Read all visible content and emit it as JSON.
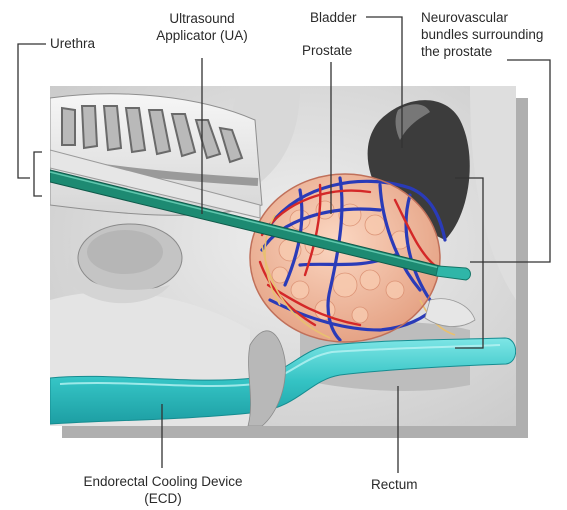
{
  "labels": {
    "urethra": "Urethra",
    "ua_line1": "Ultrasound",
    "ua_line2": "Applicator (UA)",
    "bladder": "Bladder",
    "prostate": "Prostate",
    "nvb_line1": "Neurovascular",
    "nvb_line2": "bundles surrounding",
    "nvb_line3": "the prostate",
    "ecd_line1": "Endorectal Cooling Device",
    "ecd_line2": "(ECD)",
    "rectum": "Rectum"
  },
  "colors": {
    "applicator": "#1d8a72",
    "cooling_device": "#39c6c6",
    "prostate": "#f1b79a",
    "arteries": "#d42828",
    "veins": "#2a3bb8",
    "nerves": "#e8c070",
    "leader_line": "#333333"
  }
}
